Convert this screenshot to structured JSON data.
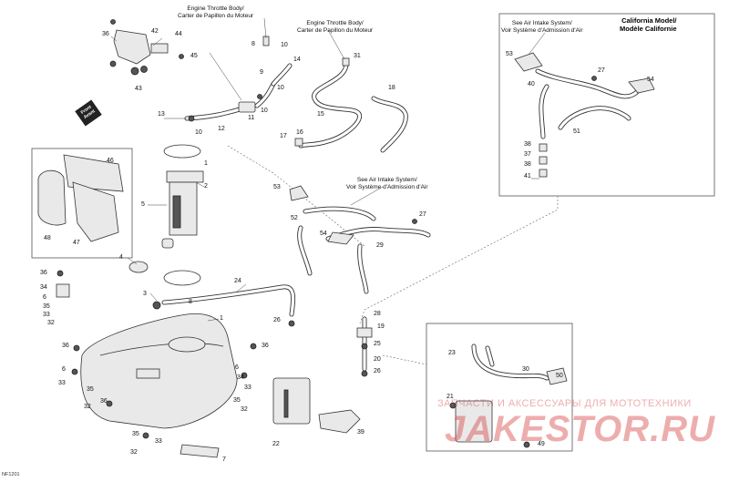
{
  "notes": {
    "throttle1": [
      "Engine Throttle Body/",
      "Carter de Papillon du Moteur"
    ],
    "throttle2": [
      "Engine Throttle Body/",
      "Carter de Papillon du Moteur"
    ],
    "air_intake_ca": [
      "See Air Intake System/",
      "Voir Système d'Admission d'Air"
    ],
    "air_intake_main": [
      "See Air Intake System/",
      "Voir Système d'Admission d'Air"
    ],
    "california": [
      "California Model/",
      "Modèle Californie"
    ]
  },
  "front_arrow": [
    "Front",
    "Avant"
  ],
  "diagram_id": "NF1201",
  "watermark": {
    "text": "ЗАПЧАСТИ И АКСЕССУАРЫ ДЛЯ МОТОТЕХНИКИ",
    "logo": "JAKESTOR.RU",
    "color": "#d94b4b"
  },
  "callouts": [
    {
      "id": "c36a",
      "t": "36"
    },
    {
      "id": "c42",
      "t": "42"
    },
    {
      "id": "c44",
      "t": "44"
    },
    {
      "id": "c45",
      "t": "45"
    },
    {
      "id": "c43",
      "t": "43"
    },
    {
      "id": "c8a",
      "t": "8"
    },
    {
      "id": "c10a",
      "t": "10"
    },
    {
      "id": "c14",
      "t": "14"
    },
    {
      "id": "c9",
      "t": "9"
    },
    {
      "id": "c10b",
      "t": "10"
    },
    {
      "id": "c11",
      "t": "11"
    },
    {
      "id": "c10c",
      "t": "10"
    },
    {
      "id": "c13",
      "t": "13"
    },
    {
      "id": "c12",
      "t": "12"
    },
    {
      "id": "c10d",
      "t": "10"
    },
    {
      "id": "c31",
      "t": "31"
    },
    {
      "id": "c18",
      "t": "18"
    },
    {
      "id": "c15",
      "t": "15"
    },
    {
      "id": "c17",
      "t": "17"
    },
    {
      "id": "c16",
      "t": "16"
    },
    {
      "id": "c1a",
      "t": "1"
    },
    {
      "id": "c5",
      "t": "5"
    },
    {
      "id": "c2",
      "t": "2"
    },
    {
      "id": "c46",
      "t": "46"
    },
    {
      "id": "c48",
      "t": "48"
    },
    {
      "id": "c47",
      "t": "47"
    },
    {
      "id": "c53a",
      "t": "53"
    },
    {
      "id": "c27a",
      "t": "27"
    },
    {
      "id": "c54a",
      "t": "54"
    },
    {
      "id": "c40",
      "t": "40"
    },
    {
      "id": "c51",
      "t": "51"
    },
    {
      "id": "c38a",
      "t": "38"
    },
    {
      "id": "c37",
      "t": "37"
    },
    {
      "id": "c38b",
      "t": "38"
    },
    {
      "id": "c41",
      "t": "41"
    },
    {
      "id": "c53b",
      "t": "53"
    },
    {
      "id": "c52",
      "t": "52"
    },
    {
      "id": "c27b",
      "t": "27"
    },
    {
      "id": "c54b",
      "t": "54"
    },
    {
      "id": "c29",
      "t": "29"
    },
    {
      "id": "c4",
      "t": "4"
    },
    {
      "id": "c24",
      "t": "24"
    },
    {
      "id": "c3",
      "t": "3"
    },
    {
      "id": "c8b",
      "t": "8"
    },
    {
      "id": "c1b",
      "t": "1"
    },
    {
      "id": "c36b",
      "t": "36"
    },
    {
      "id": "c34a",
      "t": "34"
    },
    {
      "id": "c6a",
      "t": "6"
    },
    {
      "id": "c35a",
      "t": "35"
    },
    {
      "id": "c33a",
      "t": "33"
    },
    {
      "id": "c32a",
      "t": "32"
    },
    {
      "id": "c36c",
      "t": "36"
    },
    {
      "id": "c6b",
      "t": "6"
    },
    {
      "id": "c33b",
      "t": "33"
    },
    {
      "id": "c35b",
      "t": "35"
    },
    {
      "id": "c36d",
      "t": "36"
    },
    {
      "id": "c32b",
      "t": "32"
    },
    {
      "id": "c36e",
      "t": "36"
    },
    {
      "id": "c6c",
      "t": "6"
    },
    {
      "id": "c34b",
      "t": "34"
    },
    {
      "id": "c33c",
      "t": "33"
    },
    {
      "id": "c35c",
      "t": "35"
    },
    {
      "id": "c32c",
      "t": "32"
    },
    {
      "id": "c35d",
      "t": "35"
    },
    {
      "id": "c33d",
      "t": "33"
    },
    {
      "id": "c32d",
      "t": "32"
    },
    {
      "id": "c7",
      "t": "7"
    },
    {
      "id": "c26a",
      "t": "26"
    },
    {
      "id": "c28",
      "t": "28"
    },
    {
      "id": "c19",
      "t": "19"
    },
    {
      "id": "c25",
      "t": "25"
    },
    {
      "id": "c20",
      "t": "20"
    },
    {
      "id": "c26b",
      "t": "26"
    },
    {
      "id": "c22",
      "t": "22"
    },
    {
      "id": "c39",
      "t": "39"
    },
    {
      "id": "c23",
      "t": "23"
    },
    {
      "id": "c30",
      "t": "30"
    },
    {
      "id": "c50",
      "t": "50"
    },
    {
      "id": "c21",
      "t": "21"
    },
    {
      "id": "c49",
      "t": "49"
    }
  ]
}
